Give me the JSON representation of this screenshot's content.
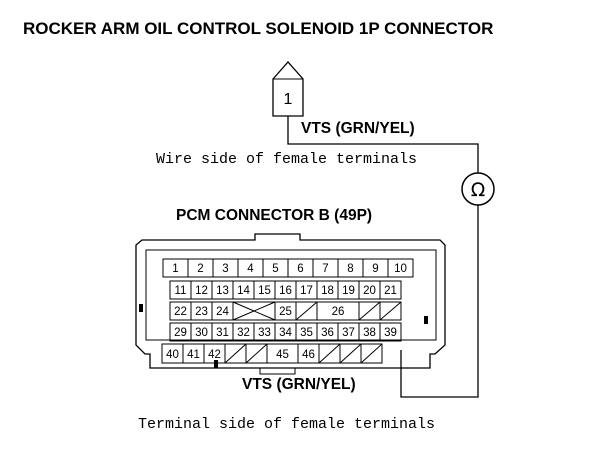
{
  "title": "ROCKER ARM OIL CONTROL SOLENOID 1P CONNECTOR",
  "solenoid_connector": {
    "terminal": "1",
    "wire_label": "VTS (GRN/YEL)",
    "view_note": "Wire side of female terminals"
  },
  "meter": {
    "symbol": "Ω",
    "icon": "ohmmeter-icon"
  },
  "pcm_connector": {
    "title": "PCM CONNECTOR B (49P)",
    "wire_label": "VTS (GRN/YEL)",
    "view_note": "Terminal side of female terminals",
    "probe_terminal": "45",
    "rows": [
      [
        "1",
        "2",
        "3",
        "4",
        "5",
        "6",
        "7",
        "8",
        "9",
        "10"
      ],
      [
        "11",
        "12",
        "13",
        "14",
        "15",
        "16",
        "17",
        "18",
        "19",
        "20",
        "21"
      ],
      [
        "22",
        "23",
        "24",
        "",
        "25",
        "",
        "26",
        "",
        ""
      ],
      [
        "29",
        "30",
        "31",
        "32",
        "33",
        "34",
        "35",
        "36",
        "37",
        "38",
        "39"
      ],
      [
        "40",
        "41",
        "42",
        "",
        "",
        "45",
        "46",
        "",
        "",
        ""
      ]
    ]
  }
}
